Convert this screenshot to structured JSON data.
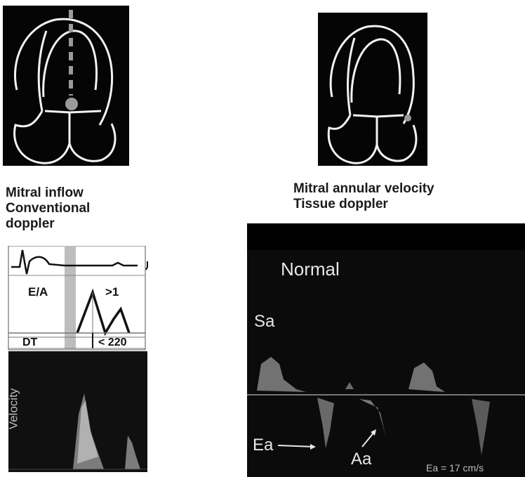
{
  "left_column": {
    "caption_lines": [
      "Mitral inflow",
      "Conventional",
      "doppler"
    ],
    "schematic": {
      "ratio_label": "E/A",
      "ratio_value": ">1",
      "dt_label": "DT",
      "dt_value": "< 220"
    },
    "spectral_axis_label": "Velocity"
  },
  "right_column": {
    "caption_lines": [
      "Mitral annular velocity",
      "Tissue doppler"
    ],
    "tissue_doppler": {
      "title": "Normal",
      "systolic_label": "Sa",
      "early_label": "Ea",
      "late_label": "Aa",
      "measurement": "Ea = 17 cm/s"
    }
  },
  "colors": {
    "panel_background": "#050505",
    "outline": "#f2f2f2",
    "sample_volume": "#9a9a9a",
    "time_band": "#bdbdbd",
    "ink": "#1a1a1a"
  }
}
